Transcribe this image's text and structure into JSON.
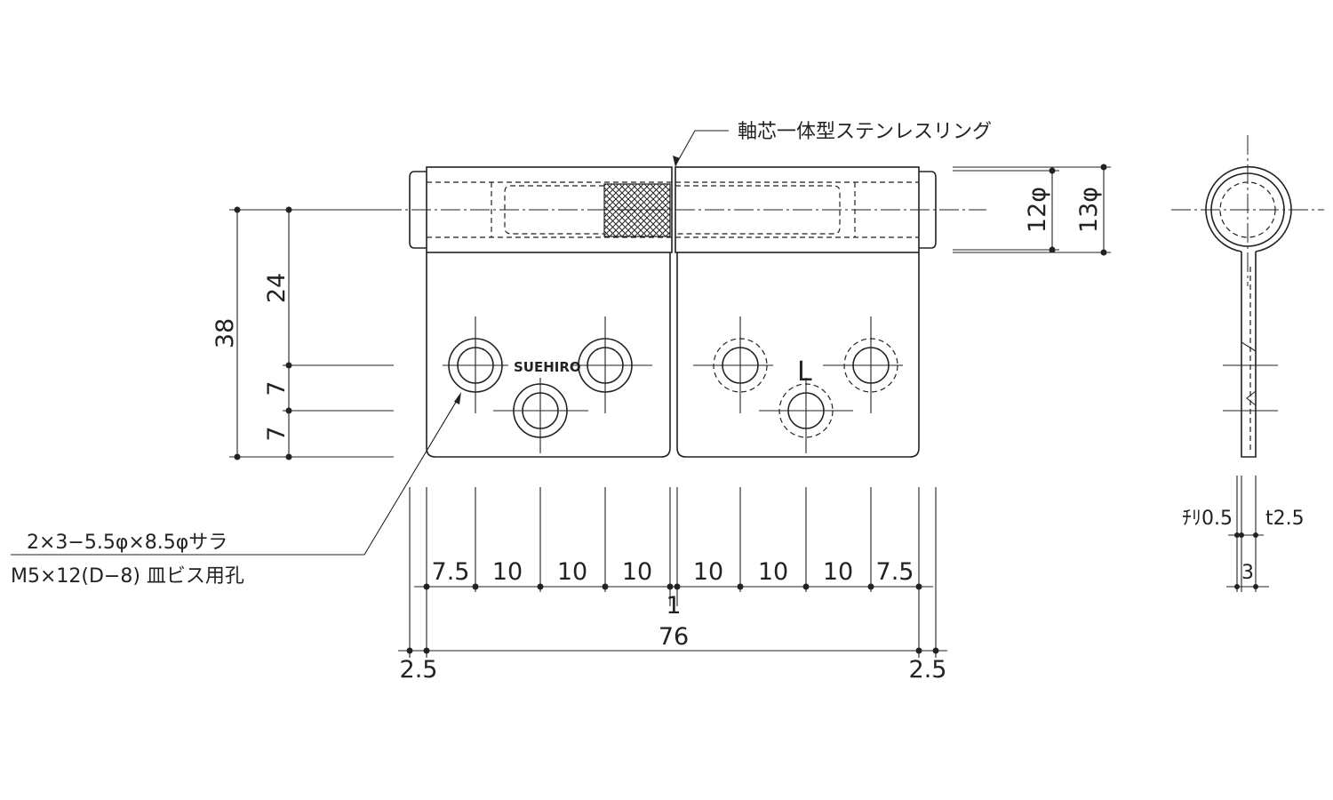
{
  "labels": {
    "shaft_note": "軸芯一体型ステンレスリング",
    "hole_note_line1": "2×3−5.5φ×8.5φサラ",
    "hole_note_line2": "M5×12(D−8) 皿ビス用孔",
    "brand": "SUEHIRO",
    "side_mark": "L"
  },
  "dimensions": {
    "height_total": "38",
    "height_upper": "24",
    "height_mid": "7",
    "height_low": "7",
    "dia_inner": "12φ",
    "dia_outer": "13φ",
    "spacing": [
      "7.5",
      "10",
      "10",
      "10",
      "10",
      "10",
      "10",
      "7.5"
    ],
    "gap": "1",
    "width_total": "76",
    "pin_left": "2.5",
    "pin_right": "2.5",
    "clearance": "ﾁﾘ0.5",
    "thickness": "t2.5",
    "width_side": "3"
  },
  "colors": {
    "line": "#222222",
    "hatch": "#222222",
    "background": "#ffffff"
  }
}
